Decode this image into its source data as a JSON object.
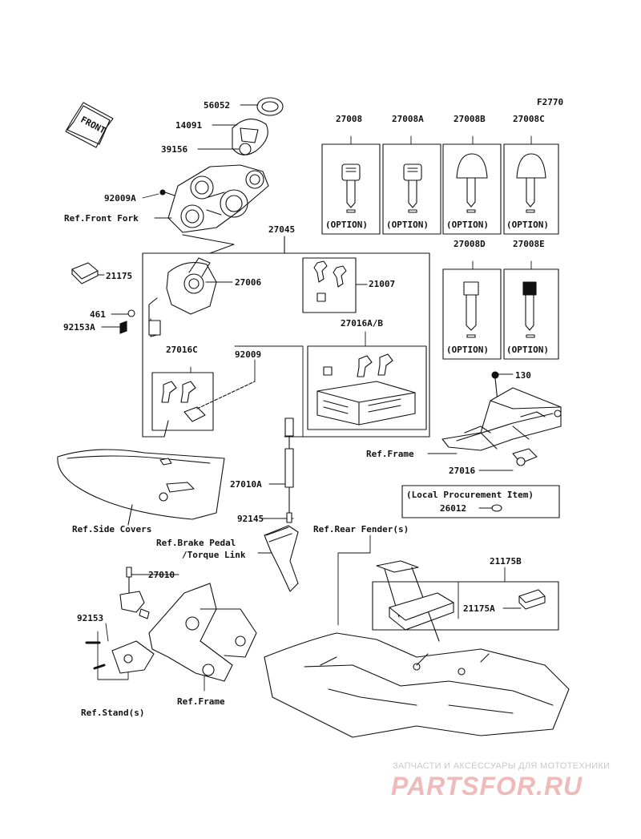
{
  "figure_code": "F2770",
  "front_badge": "FRONT",
  "part_labels": {
    "p56052": "56052",
    "p14091": "14091",
    "p39156": "39156",
    "p92009A": "92009A",
    "ref_front_fork": "Ref.Front Fork",
    "p27045": "27045",
    "p21175": "21175",
    "p27006": "27006",
    "p461": "461",
    "p92153A": "92153A",
    "p21007": "21007",
    "p27016AB": "27016A/B",
    "p27016C": "27016C",
    "p92009": "92009",
    "p27008": "27008",
    "p27008A": "27008A",
    "p27008B": "27008B",
    "p27008C": "27008C",
    "p27008D": "27008D",
    "p27008E": "27008E",
    "p130": "130",
    "ref_frame_top": "Ref.Frame",
    "p27016": "27016",
    "local_procurement": "(Local Procurement Item)",
    "p26012": "26012",
    "p27010A": "27010A",
    "p92145": "92145",
    "ref_side_covers": "Ref.Side Covers",
    "ref_brake_pedal": "Ref.Brake Pedal",
    "torque_link": "/Torque Link",
    "ref_rear_fender": "Ref.Rear Fender(s)",
    "p21175B": "21175B",
    "p21175A": "21175A",
    "p27010": "27010",
    "p92153": "92153",
    "ref_frame_bottom": "Ref.Frame",
    "ref_stand": "Ref.Stand(s)"
  },
  "option_label": "(OPTION)",
  "watermark": {
    "line1": "ЗАПЧАСТИ И АКСЕССУАРЫ ДЛЯ МОТОТЕХНИКИ",
    "line2": "PARTSFOR.RU"
  },
  "colors": {
    "line": "#111111",
    "watermark_red": "#e08a8a"
  }
}
